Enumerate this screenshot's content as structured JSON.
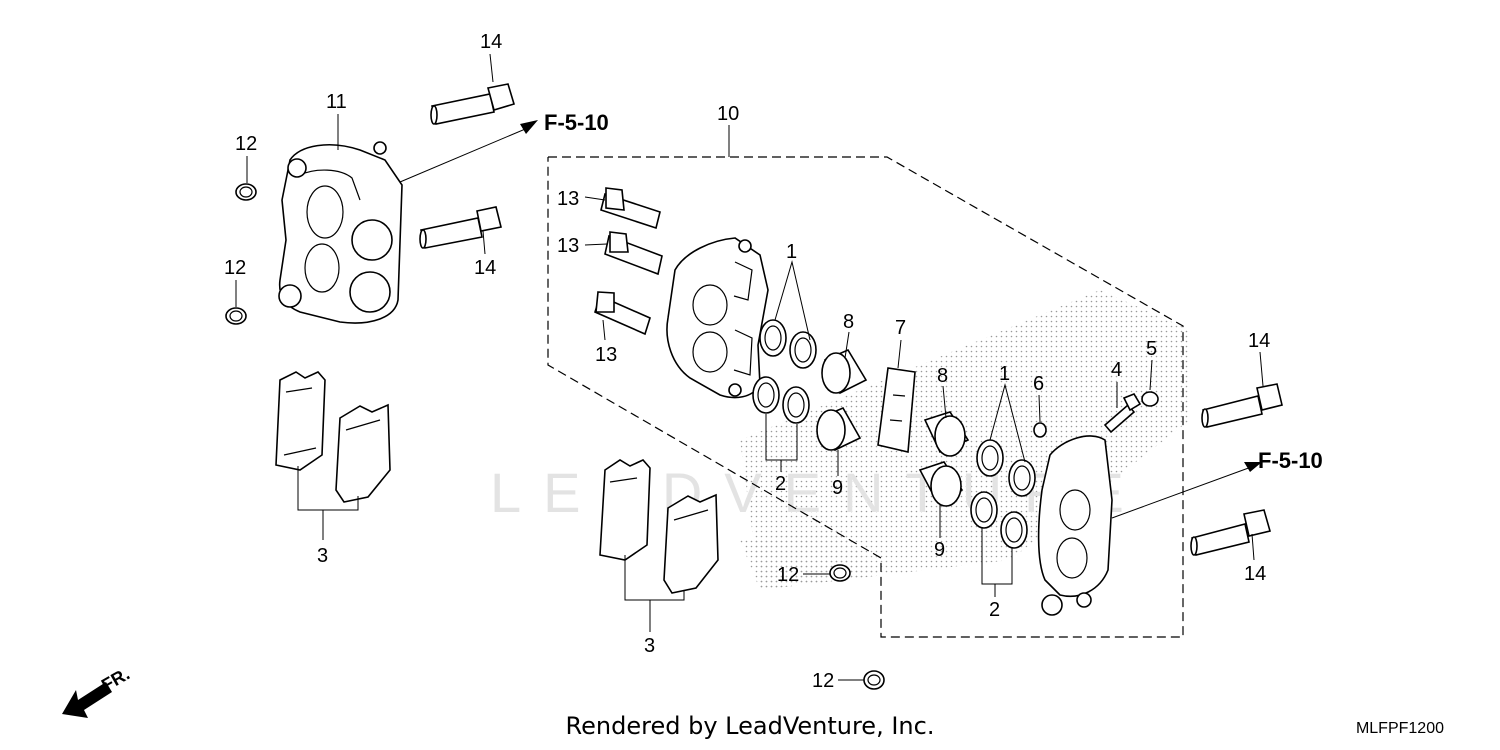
{
  "watermark": "LEADVENTURE",
  "footer_text": "Rendered by LeadVenture, Inc.",
  "diagram_code": "MLFPF1200",
  "direction_label": "FR.",
  "references": [
    "F-5-10",
    "F-5-10"
  ],
  "callouts": {
    "c14a": "14",
    "c11": "11",
    "c12a": "12",
    "c12b": "12",
    "c14b": "14",
    "c10": "10",
    "c13a": "13",
    "c13b": "13",
    "c13c": "13",
    "c1a": "1",
    "c8a": "8",
    "c7": "7",
    "c8b": "8",
    "c1b": "1",
    "c6": "6",
    "c4": "4",
    "c5": "5",
    "c14c": "14",
    "c2a": "2",
    "c9a": "9",
    "c9b": "9",
    "c2b": "2",
    "c14d": "14",
    "c3a": "3",
    "c3b": "3",
    "c12c": "12",
    "c12d": "12"
  }
}
